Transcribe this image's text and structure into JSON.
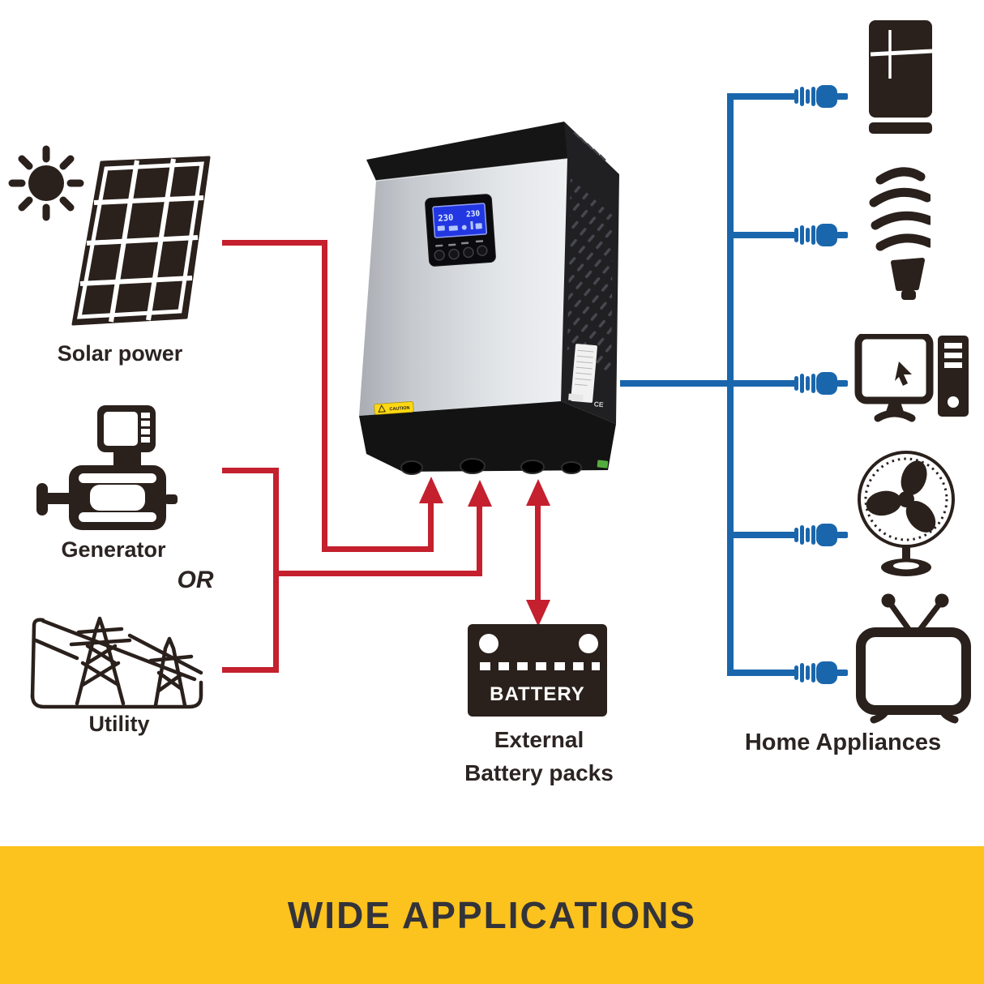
{
  "colors": {
    "red": "#c4202e",
    "blue": "#1a66ad",
    "yellow": "#fcc21d",
    "ink": "#2a201c",
    "banner-text": "#33333a"
  },
  "sources": {
    "solar": {
      "label": "Solar power",
      "icons": [
        "sun-icon",
        "solar-panel-icon"
      ]
    },
    "generator": {
      "label": "Generator",
      "icon": "generator-icon"
    },
    "or_label": "OR",
    "utility": {
      "label": "Utility",
      "icon": "utility-towers-icon"
    }
  },
  "inverter": {
    "icon": "inverter-unit",
    "lcd": {
      "left_value": "230",
      "right_value": "230"
    },
    "caution_label": "CAUTION",
    "ce_mark": "CE"
  },
  "battery": {
    "icon": "battery-icon",
    "name": "BATTERY",
    "caption": [
      "External",
      "Battery packs"
    ]
  },
  "appliances": {
    "label": "Home Appliances",
    "icons": [
      "refrigerator-icon",
      "cfl-bulb-icon",
      "computer-icon",
      "fan-icon",
      "tv-icon"
    ],
    "connector_icon": "power-plug-icon"
  },
  "banner": {
    "text": "WIDE APPLICATIONS"
  }
}
